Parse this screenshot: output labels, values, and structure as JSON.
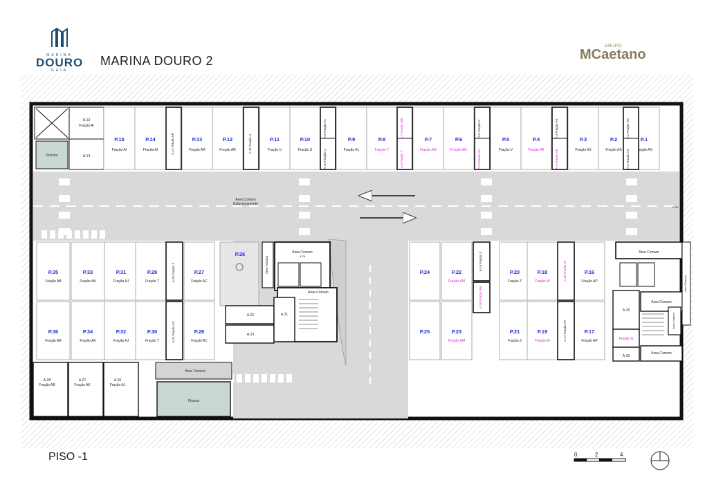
{
  "header": {
    "logo_left": {
      "top": "MARINA",
      "main": "DOURO",
      "bottom": "GAIA"
    },
    "title": "MARINA DOURO 2",
    "logo_right": {
      "group": "GRUPO",
      "brand": "MCaetano"
    }
  },
  "footer": {
    "floor": "PISO -1",
    "scale": [
      "0",
      "2",
      "4"
    ]
  },
  "colors": {
    "pool": "#c9d8d3",
    "road": "#d9d9d9",
    "wall": "#111111",
    "magenta": "#d62ad6",
    "blue": "#1f2bd8",
    "logo_blue": "#1d4e73",
    "logo_gold": "#8a7a5a"
  },
  "plan": {
    "aisle": {
      "title": "Área Comum",
      "subtitle": "Estacionamento",
      "tag": "A.30"
    },
    "top_spaces": [
      {
        "id": "P.15",
        "owner": "Fração AI",
        "magenta": false
      },
      {
        "id": "P.14",
        "owner": "Fração AI",
        "magenta": false
      },
      {
        "id": "P.13",
        "owner": "Fração AR",
        "magenta": false
      },
      {
        "id": "P.12",
        "owner": "Fração AR",
        "magenta": false
      },
      {
        "id": "P.11",
        "owner": "Fração U",
        "magenta": false
      },
      {
        "id": "P.10",
        "owner": "Fração U",
        "magenta": false
      },
      {
        "id": "P.9",
        "owner": "Fração AL",
        "magenta": false
      },
      {
        "id": "P.8",
        "owner": "Fração Y",
        "magenta": true
      },
      {
        "id": "P.7",
        "owner": "Fração AW",
        "magenta": true
      },
      {
        "id": "P.6",
        "owner": "Fração AO",
        "magenta": true
      },
      {
        "id": "P.5",
        "owner": "Fração V",
        "magenta": false
      },
      {
        "id": "P.4",
        "owner": "Fração AB",
        "magenta": true
      },
      {
        "id": "P.3",
        "owner": "Fração AS",
        "magenta": false
      },
      {
        "id": "P.2",
        "owner": "Fração AS",
        "magenta": false
      },
      {
        "id": "P.1",
        "owner": "Fração AN",
        "magenta": false
      }
    ],
    "top_storage": [
      {
        "top": "A.12 Fração AR",
        "bottom": "",
        "topMag": false
      },
      {
        "top": "A.11 Fração U",
        "bottom": "",
        "topMag": false
      },
      {
        "top": "A.9 Fração AL",
        "bottom": "A.10 Fração U",
        "topMag": false,
        "botMag": false
      },
      {
        "top": "A.7 Fração AW",
        "bottom": "A.8 Fração Y",
        "topMag": true,
        "botMag": true
      },
      {
        "top": "A.5 Fração V",
        "bottom": "A.6 Fração AO",
        "topMag": false,
        "botMag": true
      },
      {
        "top": "A.3 Fração AS",
        "bottom": "A.4 Fração AB",
        "topMag": false,
        "botMag": true
      },
      {
        "top": "A.1 Fração AN",
        "bottom": "A.2 Fração AS",
        "topMag": false,
        "botMag": false
      }
    ],
    "top_left": {
      "a13": "A.13",
      "a13_owner": "Fração AI",
      "a14": "A.14",
      "pool": "Piscina"
    },
    "left_block": [
      {
        "id": "P.35",
        "owner": "Fração AB"
      },
      {
        "id": "P.33",
        "owner": "Fração AK"
      },
      {
        "id": "P.31",
        "owner": "Fração AJ"
      },
      {
        "id": "P.29",
        "owner": "Fração T"
      },
      {
        "id": "P.36",
        "owner": "Fração AB"
      },
      {
        "id": "P.34",
        "owner": "Fração AK"
      },
      {
        "id": "P.32",
        "owner": "Fração AJ"
      },
      {
        "id": "P.30",
        "owner": "Fração T"
      }
    ],
    "left_storage": [
      {
        "label": "A.25 Fração T"
      },
      {
        "label": "A.24 Fração AC"
      }
    ],
    "left_pair": [
      {
        "id": "P.27",
        "owner": "Fração AC"
      },
      {
        "id": "P.28",
        "owner": "Fração AC"
      }
    ],
    "bottom_left_storage": [
      {
        "id": "A.28",
        "owner": "Fração AB"
      },
      {
        "id": "A.27",
        "owner": "Fração AK"
      },
      {
        "id": "A.26",
        "owner": "Fração AJ"
      }
    ],
    "center": {
      "p26": "P.26",
      "area_tecnica": "Área Técnica",
      "area_comum_1": "Área Comum",
      "a29": "A.29",
      "area_comum_2": "Área Comum",
      "a22": "A.22",
      "a23": "A.23",
      "a21": "A.21",
      "area_tecnica_2": "Área Técnica",
      "pool": "Piscina"
    },
    "right_block": [
      {
        "id": "P.24",
        "owner": "",
        "magenta": false
      },
      {
        "id": "P.22",
        "owner": "Fração AM",
        "magenta": true
      },
      {
        "id": "P.20",
        "owner": "Fração Z",
        "magenta": false
      },
      {
        "id": "P.18",
        "owner": "Fração W",
        "magenta": true
      },
      {
        "id": "P.16",
        "owner": "Fração AP",
        "magenta": false
      },
      {
        "id": "P.25",
        "owner": "",
        "magenta": false
      },
      {
        "id": "P.23",
        "owner": "Fração AM",
        "magenta": true
      },
      {
        "id": "P.21",
        "owner": "Fração Z",
        "magenta": false
      },
      {
        "id": "P.19",
        "owner": "Fração W",
        "magenta": true
      },
      {
        "id": "P.17",
        "owner": "Fração AP",
        "magenta": false
      }
    ],
    "right_storage": [
      {
        "label": "A.19 Fração Z",
        "mag": false
      },
      {
        "label": "A.20 Fração AM",
        "mag": true
      },
      {
        "label": "A.18 Fração W",
        "mag": true
      },
      {
        "label": "A.17 Fração AP",
        "mag": false
      }
    ],
    "far_right": {
      "area_comum_1": "Área Comum",
      "area_comum_2": "Área Comum",
      "area_comum_3": "Área Comum",
      "a15": "A.15",
      "frac_q": "Fração Q",
      "a16": "A.16",
      "area_comum_v": "Área Comum",
      "area_comum_edge": "Área Comum"
    }
  }
}
